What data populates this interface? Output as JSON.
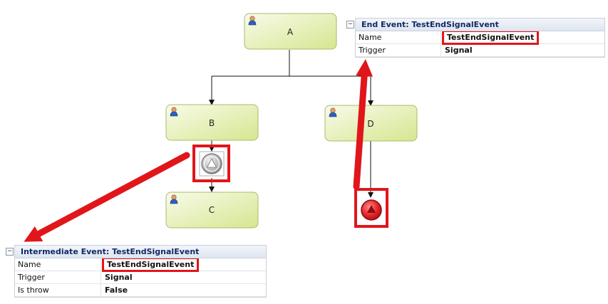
{
  "tasks": [
    {
      "id": "A",
      "label": "A"
    },
    {
      "id": "B",
      "label": "B"
    },
    {
      "id": "C",
      "label": "C"
    },
    {
      "id": "D",
      "label": "D"
    }
  ],
  "end_event_panel": {
    "title": "End Event: TestEndSignalEvent",
    "toggle": "−",
    "rows": [
      {
        "name": "Name",
        "value": "TestEndSignalEvent"
      },
      {
        "name": "Trigger",
        "value": "Signal"
      }
    ]
  },
  "intermediate_event_panel": {
    "title": "Intermediate Event: TestEndSignalEvent",
    "toggle": "−",
    "rows": [
      {
        "name": "Name",
        "value": "TestEndSignalEvent"
      },
      {
        "name": "Trigger",
        "value": "Signal"
      },
      {
        "name": "Is throw",
        "value": "False"
      }
    ]
  },
  "colors": {
    "task_fill_top": "#f7fbe6",
    "task_fill_bottom": "#dcea9c",
    "task_stroke": "#a9bb6a",
    "highlight": "#e0161b",
    "end_event": "#e3262a",
    "intermediate_event": "#b9b9b9"
  }
}
